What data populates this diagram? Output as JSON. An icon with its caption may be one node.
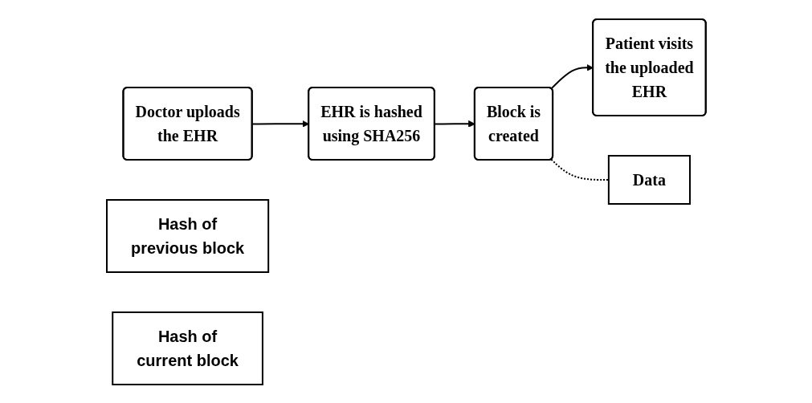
{
  "diagram": {
    "nodes": [
      {
        "text": [
          "Doctor uploads the EHR"
        ]
      },
      {
        "text": [
          "EHR is hashed using SHA256"
        ]
      },
      {
        "text": [
          "Block is created"
        ]
      },
      {
        "text": [
          "Patient visits the uploaded EHR"
        ]
      },
      {
        "text": [
          "Data"
        ]
      },
      {
        "text": [
          "Hash of previous block"
        ]
      },
      {
        "text": [
          "Hash of current block"
        ]
      }
    ],
    "edges": [
      {
        "from": 0,
        "to": 1,
        "arrow": "to"
      },
      {
        "from": 1,
        "to": 2,
        "arrow": "to"
      },
      {
        "from": 2,
        "to": 3,
        "arrow": "to"
      },
      {
        "from": 2,
        "to": 4,
        "arrow": "none",
        "style": "dashed"
      }
    ]
  }
}
